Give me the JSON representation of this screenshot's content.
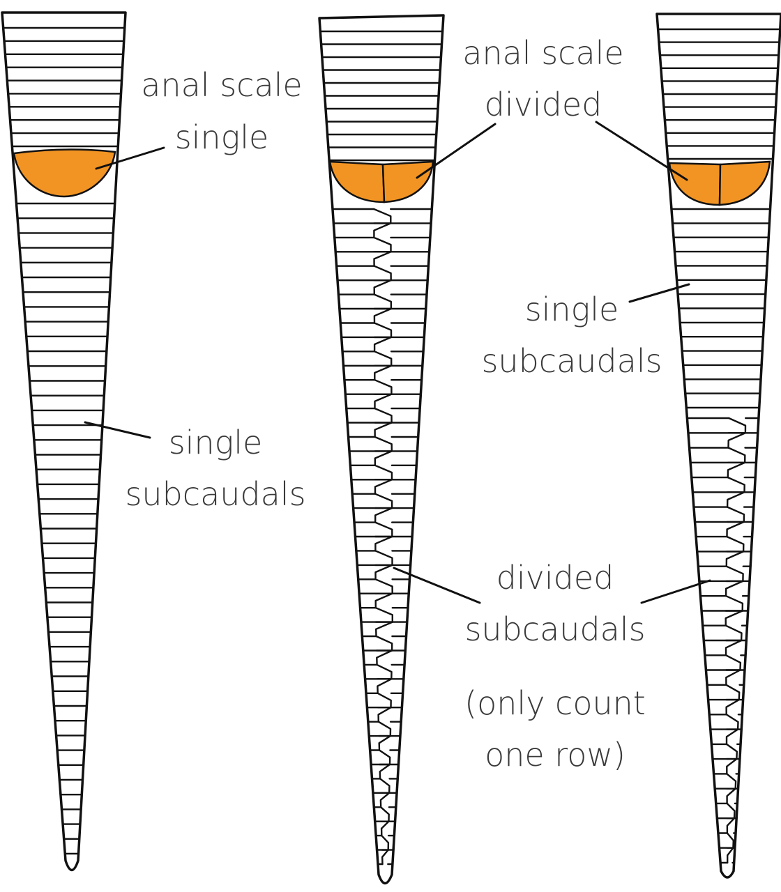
{
  "colors": {
    "anal_scale_fill": "#F29423",
    "outline": "#111111",
    "text": "#3a3a3a"
  },
  "tails": [
    {
      "id": "left",
      "anal_scale": "single",
      "subcaudals": "single",
      "labels": {
        "anal": [
          "anal scale",
          "single"
        ],
        "subcaudals": [
          "single",
          "subcaudals"
        ]
      }
    },
    {
      "id": "middle",
      "anal_scale": "divided",
      "subcaudals": "divided",
      "labels": {
        "anal": [
          "anal scale",
          "divided"
        ],
        "subcaudals": [
          "divided",
          "subcaudals"
        ],
        "note": [
          "(only count",
          "one row)"
        ]
      }
    },
    {
      "id": "right",
      "anal_scale": "divided",
      "subcaudals": "single then divided",
      "labels": {
        "subcaudals": [
          "single",
          "subcaudals"
        ]
      }
    }
  ]
}
